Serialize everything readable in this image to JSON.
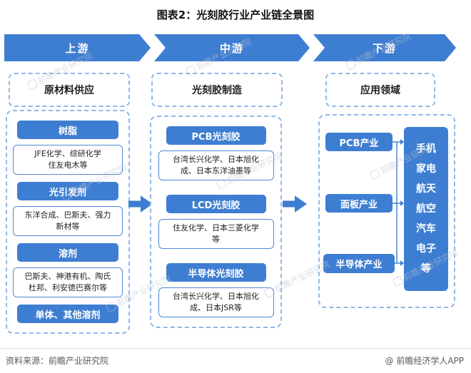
{
  "title": "图表2：光刻胶行业产业链全景图",
  "colors": {
    "primary": "#3e7ed2",
    "box-border": "#4d89d6",
    "dash-border": "#8fb8e8",
    "footer-text": "#5a5a5a",
    "watermark": "#bcc4d1"
  },
  "banners": [
    {
      "label": "上游"
    },
    {
      "label": "中游"
    },
    {
      "label": "下游"
    }
  ],
  "upstream": {
    "header": "原材料供应",
    "groups": [
      {
        "category": "树脂",
        "suppliers": "JFE化学、综研化学\n住友电木等"
      },
      {
        "category": "光引发剂",
        "suppliers": "东洋合成、巴斯夫、强力\n新材等"
      },
      {
        "category": "溶剂",
        "suppliers": "巴斯夫、神港有机、陶氏\n杜邦、利安德巴赛尔等"
      }
    ],
    "extra_category": "单体、其他溶剂"
  },
  "midstream": {
    "header": "光刻胶制造",
    "groups": [
      {
        "category": "PCB光刻胶",
        "suppliers": "台湾长兴化学、日本旭化\n成、日本东洋油墨等"
      },
      {
        "category": "LCD光刻胶",
        "suppliers": "住友化学、日本三菱化学\n等"
      },
      {
        "category": "半导体光刻胶",
        "suppliers": "台湾长兴化学、日本旭化\n成、日本JSR等"
      }
    ]
  },
  "downstream": {
    "header": "应用领域",
    "industries": [
      "PCB产业",
      "面板产业",
      "半导体产业"
    ],
    "applications": "手机\n家电\n航天\n航空\n汽车\n电子\n等"
  },
  "footer": {
    "source": "资料来源：前瞻产业研究院",
    "credit": "@ 前瞻经济学人APP"
  },
  "watermark": {
    "text": "前瞻产业研究院"
  }
}
